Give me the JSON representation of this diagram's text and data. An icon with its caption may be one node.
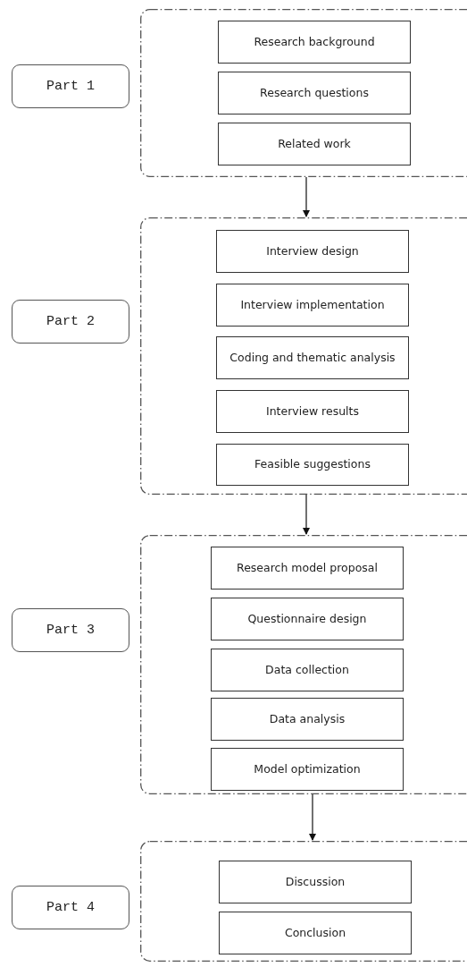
{
  "diagram": {
    "nodes": [
      {
        "text": [
          "Part 1"
        ]
      },
      {
        "text": [],
        "shape": "box"
      },
      {
        "text": [
          "Research background"
        ],
        "in": 1
      },
      {
        "text": [
          "Research questions"
        ],
        "in": 1
      },
      {
        "text": [
          "Related work"
        ],
        "in": 1
      },
      {
        "text": [
          "Part 2"
        ]
      },
      {
        "text": [],
        "shape": "box"
      },
      {
        "text": [
          "Interview design"
        ],
        "in": 6
      },
      {
        "text": [
          "Interview implementation"
        ],
        "in": 6
      },
      {
        "text": [
          "Coding and thematic analysis"
        ],
        "in": 6
      },
      {
        "text": [
          "Interview results"
        ],
        "in": 6
      },
      {
        "text": [
          "Feasible suggestions"
        ],
        "in": 6
      },
      {
        "text": [
          "Part 3"
        ]
      },
      {
        "text": [],
        "shape": "box"
      },
      {
        "text": [
          "Research model proposal"
        ],
        "in": 13
      },
      {
        "text": [
          "Questionnaire design"
        ],
        "in": 13
      },
      {
        "text": [
          "Data collection"
        ],
        "in": 13
      },
      {
        "text": [
          "Data analysis"
        ],
        "in": 13
      },
      {
        "text": [
          "Model optimization"
        ],
        "in": 13
      },
      {
        "text": [
          "Part 4"
        ]
      },
      {
        "text": [],
        "shape": "box"
      },
      {
        "text": [
          "Discussion"
        ],
        "in": 20
      },
      {
        "text": [
          "Conclusion"
        ],
        "in": 20
      }
    ],
    "edges": [
      {
        "from": 1,
        "to": 6,
        "arrow": "to"
      },
      {
        "from": 6,
        "to": 13,
        "arrow": "to"
      },
      {
        "from": 13,
        "to": 20,
        "arrow": "to"
      }
    ]
  }
}
